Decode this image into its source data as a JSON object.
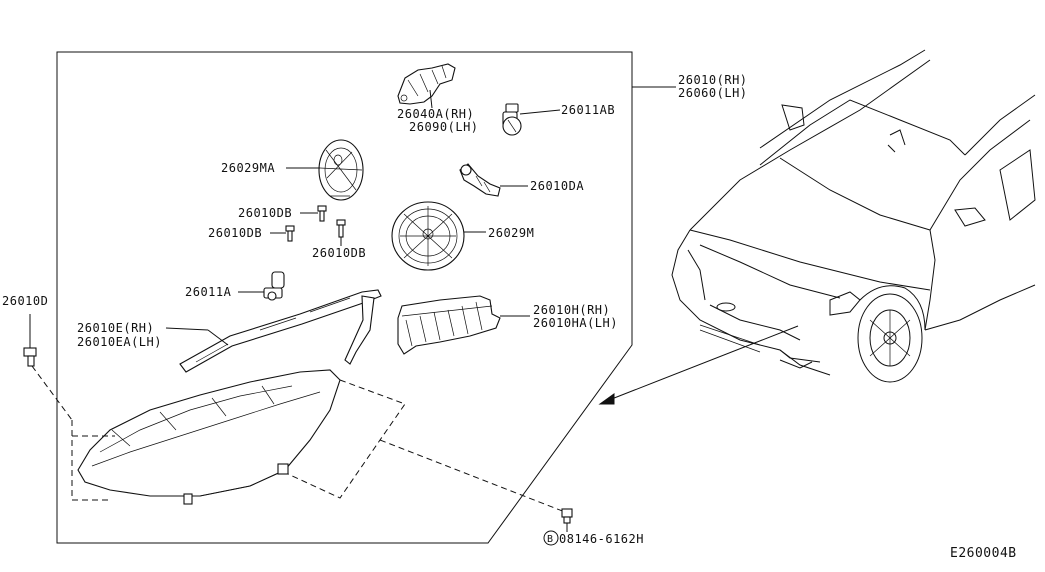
{
  "labels": {
    "assembly_rh": "26010(RH)",
    "assembly_lh": "26060(LH)",
    "bracket_rh": "26040A(RH)",
    "bracket_lh": "26090(LH)",
    "bulb_ab": "26011AB",
    "cap_ma": "26029MA",
    "socket_da": "26010DA",
    "screw_db_1": "26010DB",
    "screw_db_2": "26010DB",
    "screw_db_3": "26010DB",
    "cap_m": "26029M",
    "bulb_a": "26011A",
    "clip_d": "26010D",
    "seal_rh": "26010E(RH)",
    "seal_lh": "26010EA(LH)",
    "unit_rh": "26010H(RH)",
    "unit_lh": "26010HA(LH)",
    "bolt_circle": "B",
    "bolt_number": "08146-6162H",
    "diagram_code": "E260004B"
  }
}
